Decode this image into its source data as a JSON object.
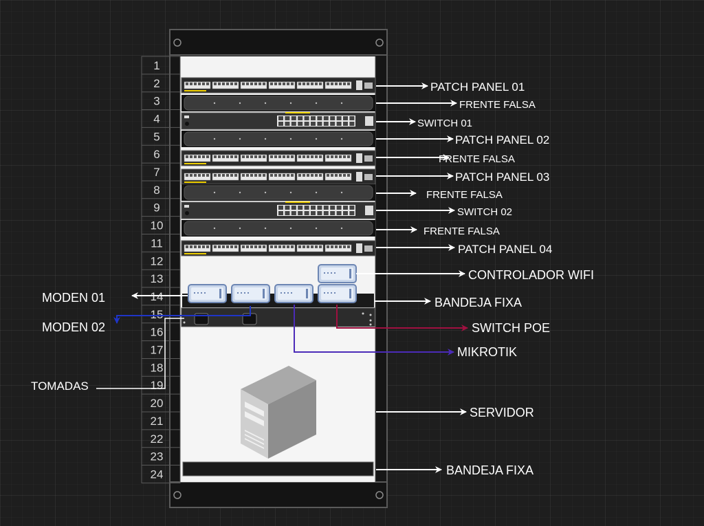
{
  "rack": {
    "units": [
      "1",
      "2",
      "3",
      "4",
      "5",
      "6",
      "7",
      "8",
      "9",
      "10",
      "11",
      "12",
      "13",
      "14",
      "15",
      "16",
      "17",
      "18",
      "19",
      "20",
      "21",
      "22",
      "23",
      "24"
    ]
  },
  "labels": {
    "patch_panel_01": "PATCH PANEL 01",
    "frente_falsa_1": "FRENTE FALSA",
    "switch_01": "SWITCH 01",
    "patch_panel_02": "PATCH PANEL 02",
    "frente_falsa_2": "FRENTE FALSA",
    "patch_panel_03": "PATCH PANEL 03",
    "frente_falsa_3": "FRENTE FALSA",
    "switch_02": "SWITCH 02",
    "frente_falsa_4": "FRENTE FALSA",
    "patch_panel_04": "PATCH PANEL 04",
    "controlador_wifi": "CONTROLADOR WIFI",
    "bandeja_fixa_1": "BANDEJA FIXA",
    "switch_poe": "SWITCH POE",
    "mikrotik": "MIKROTIK",
    "servidor": "SERVIDOR",
    "bandeja_fixa_2": "BANDEJA FIXA",
    "moden_01": "MODEN 01",
    "moden_02": "MODEN 02",
    "tomadas": "TOMADAS"
  },
  "colors": {
    "background": "#1e1e1e",
    "line_white": "#ffffff",
    "switch_poe_line": "#a01040",
    "mikrotik_line": "#4b2bb8",
    "moden_02_line": "#1f35c8",
    "rack_frame": "#5a5a5a",
    "port_accent": "#f0d000"
  }
}
